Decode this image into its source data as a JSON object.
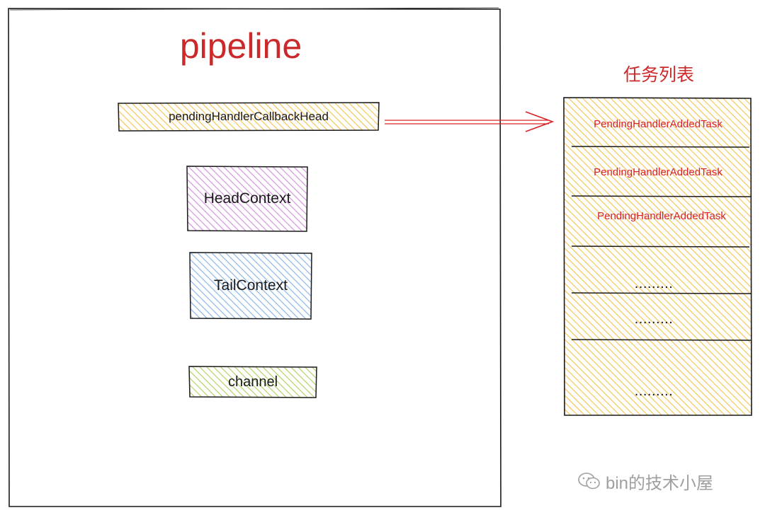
{
  "title": "pipeline",
  "pipeline": {
    "pending_head": "pendingHandlerCallbackHead",
    "head_context": "HeadContext",
    "tail_context": "TailContext",
    "channel": "channel"
  },
  "task_list": {
    "title": "任务列表",
    "tasks": [
      "PendingHandlerAddedTask",
      "PendingHandlerAddedTask",
      "PendingHandlerAddedTask"
    ],
    "ellipses": [
      ".........",
      ".........",
      "........."
    ]
  },
  "watermark": "bin的技术小屋",
  "colors": {
    "title_red": "#cc2a2a",
    "task_red": "#d8232a",
    "orange_fill": "#f5c24a",
    "purple_fill": "#d48ae0",
    "blue_fill": "#7fb2ea",
    "green_fill": "#a6d35a"
  }
}
